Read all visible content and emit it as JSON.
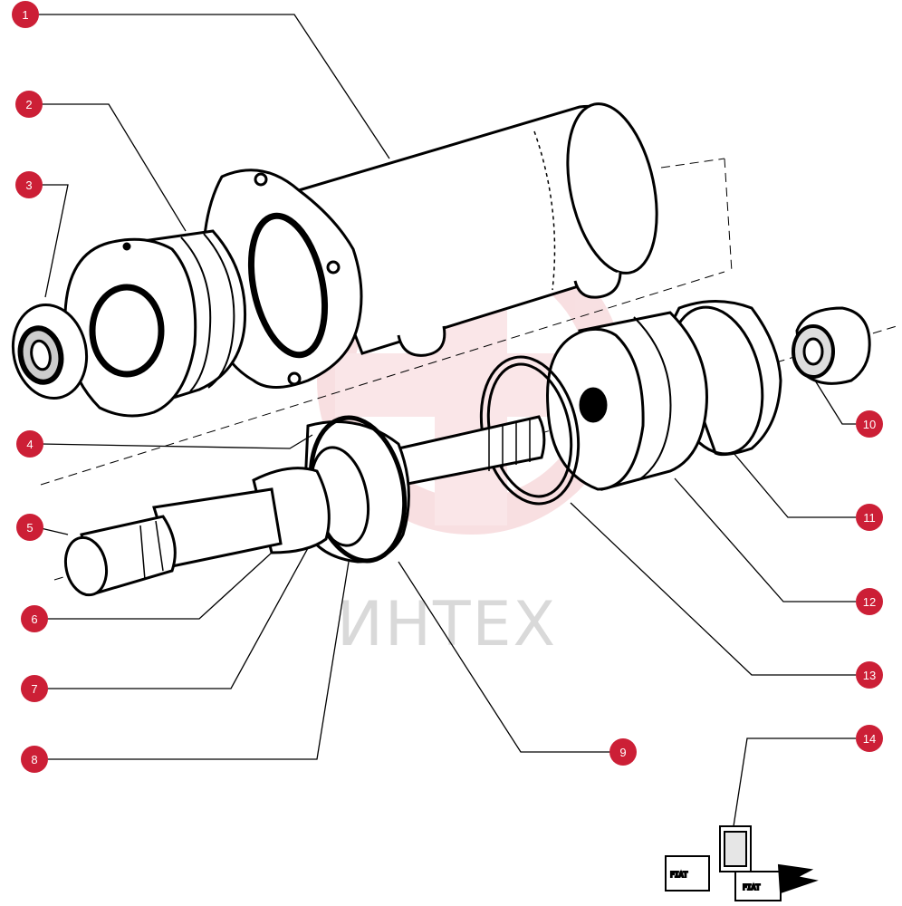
{
  "watermark": {
    "text": "ИНТЕХ",
    "color": "#e8a7ad"
  },
  "callout_color": "#cc1f36",
  "callouts": [
    {
      "label": "1"
    },
    {
      "label": "2"
    },
    {
      "label": "3"
    },
    {
      "label": "4"
    },
    {
      "label": "5"
    },
    {
      "label": "6"
    },
    {
      "label": "7"
    },
    {
      "label": "8"
    },
    {
      "label": "9"
    },
    {
      "label": "10"
    },
    {
      "label": "11"
    },
    {
      "label": "12"
    },
    {
      "label": "13"
    },
    {
      "label": "14"
    }
  ],
  "kit_stamps": {
    "a": "FIAT",
    "b": "FIAT"
  }
}
